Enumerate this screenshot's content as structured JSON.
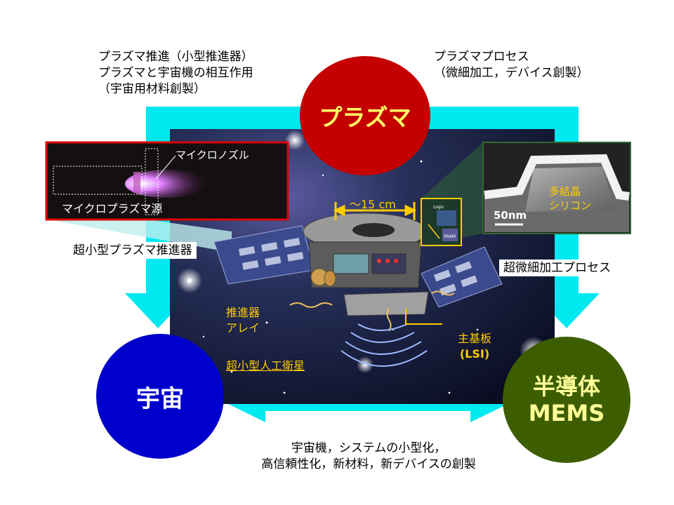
{
  "top_left_text": [
    "プラズマ推進（小型推進器）",
    "プラズマと宇宙機の相互作用",
    "（宇宙用材料創製）"
  ],
  "top_right_text": [
    "プラズマプロセス",
    "（微細加工，デバイス創製）"
  ],
  "circles": {
    "plasma": {
      "label": "プラズマ",
      "fill": "#c40000",
      "text_color": "#ffff66"
    },
    "space": {
      "label": "宇宙",
      "fill": "#0000cc",
      "text_color": "#ffffff"
    },
    "semiconductor": {
      "label_lines": [
        "半導体",
        "MEMS"
      ],
      "fill": "#3d5e00",
      "text_color": "#ffff99"
    }
  },
  "micro_inset": {
    "nozzle_label": "マイクロノズル",
    "source_label": "マイクロプラズマ源"
  },
  "sem_inset": {
    "label_lines": [
      "多結晶",
      "シリコン"
    ],
    "scale": "50nm"
  },
  "satellite": {
    "size_label": "～15 cm",
    "thruster_label": [
      "推進器",
      "アレイ"
    ],
    "satellite_label": "超小型人工衛星",
    "board_label": [
      "主基板",
      "(LSI)"
    ],
    "chip_labels": [
      "Logic",
      "SRAM"
    ]
  },
  "left_box_label": "超小型プラズマ推進器",
  "right_box_label": "超微細加工プロセス",
  "bottom_text": [
    "宇宙機，システムの小型化，",
    "高信頼性化，新材料，新デバイスの創製"
  ],
  "colors": {
    "arrow": "#00e8f0",
    "text_yellow": "#ffcc00"
  }
}
